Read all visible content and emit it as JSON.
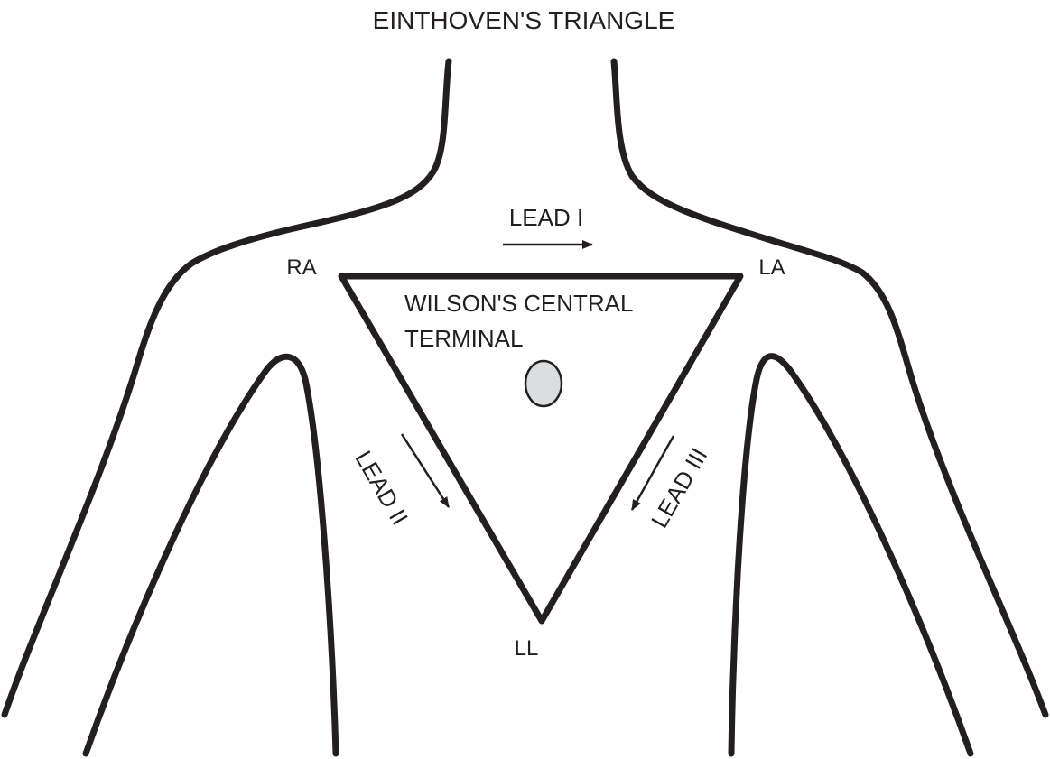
{
  "title": "EINTHOVEN'S TRIANGLE",
  "electrodes": {
    "ra": "RA",
    "la": "LA",
    "ll": "LL"
  },
  "leads": {
    "lead1": "LEAD I",
    "lead2": "LEAD II",
    "lead3": "LEAD III"
  },
  "terminal": {
    "line1": "WILSON'S CENTRAL",
    "line2": "TERMINAL"
  },
  "colors": {
    "stroke": "#231f20",
    "terminal_fill": "#dcdddf"
  }
}
